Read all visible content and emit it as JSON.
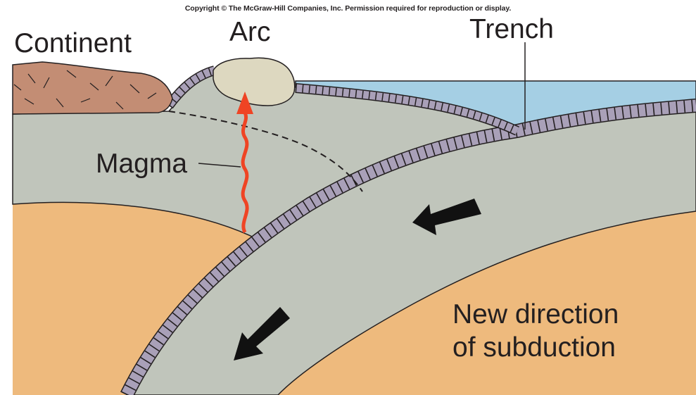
{
  "copyright": "Copyright © The McGraw-Hill Companies, Inc. Permission required for reproduction or display.",
  "labels": {
    "continent": "Continent",
    "arc": "Arc",
    "trench": "Trench",
    "magma": "Magma",
    "new_direction_line1": "New direction",
    "new_direction_line2": "of subduction"
  },
  "colors": {
    "ocean": "#a5cfe4",
    "mantle": "#eeba7d",
    "lithosphere": "#c0c5bb",
    "continent": "#c38d74",
    "arc_volcano": "#ddd8c0",
    "crust_tiles": "#a9a0b8",
    "magma_arrow": "#ef4424",
    "arrows": "#111111",
    "outline": "#231f20"
  },
  "icons": {
    "magma": "wavy-up-arrow",
    "subduction_arrows": "thick-arrow-down-left"
  }
}
